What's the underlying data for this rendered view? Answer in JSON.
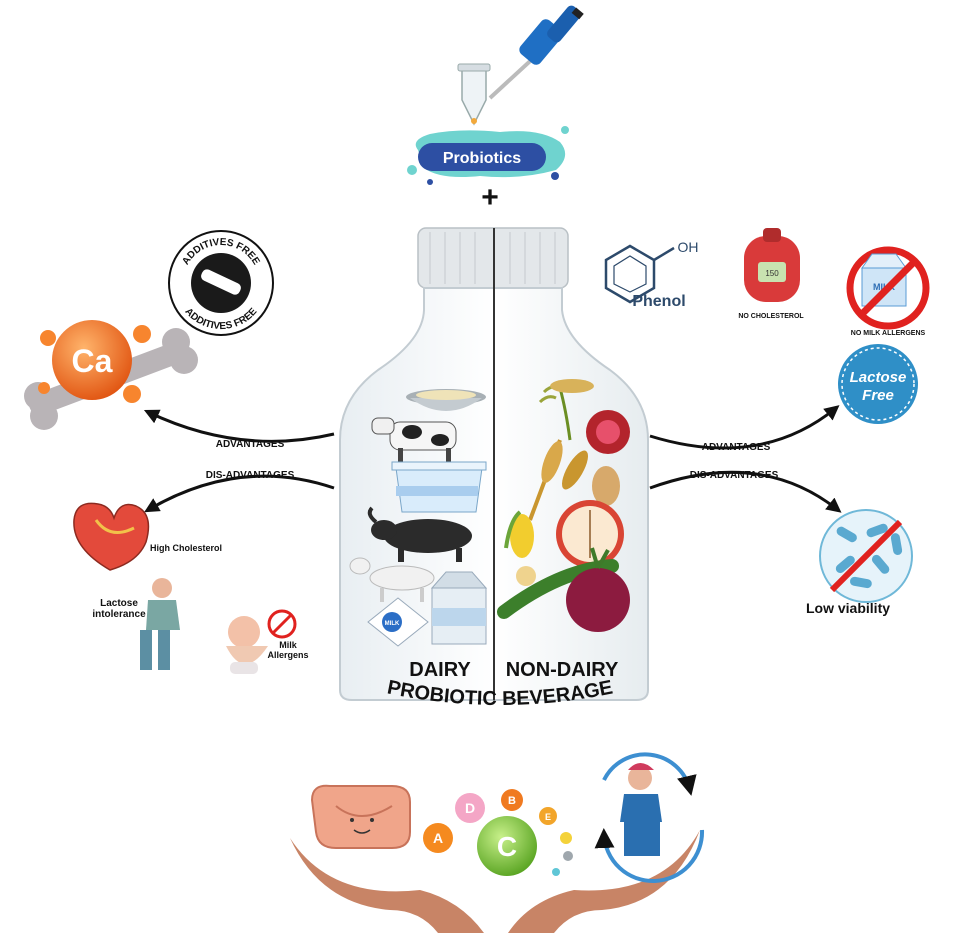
{
  "top": {
    "probiotics_label": "Probiotics",
    "plus": "+"
  },
  "bottle": {
    "left_label": "DAIRY",
    "right_label": "NON-DAIRY",
    "milk_carton_text": "MILK"
  },
  "title": "PROBIOTIC BEVERAGE",
  "dairy_side": {
    "advantages_label": "ADVANTAGES",
    "disadvantages_label": "DIS-ADVANTAGES",
    "badge_top": "ADDITIVES FREE",
    "badge_bottom": "ADDITIVES FREE",
    "calcium": "Ca",
    "high_cholesterol": "High Cholesterol",
    "lactose_intolerance": "Lactose intolerance",
    "milk_allergens": "Milk Allergens"
  },
  "nondairy_side": {
    "advantages_label": "ADVANTAGES",
    "disadvantages_label": "DIS-ADVANTAGES",
    "phenol_formula_oh": "OH",
    "phenol": "Phenol",
    "no_cholesterol": "NO CHOLESTEROL",
    "meter_reading": "150",
    "no_milk_allergens": "NO MILK ALLERGENS",
    "no_milk_carton_text": "MILK",
    "lactose": "Lactose",
    "free": "Free",
    "low_viability": "Low viability"
  },
  "bottom": {
    "vitamins": [
      "D",
      "B",
      "A",
      "C",
      "E"
    ]
  },
  "colors": {
    "arrow": "#111111",
    "probiotics_blue": "#2d4fa3",
    "splash_teal": "#6fd3cf",
    "ca_orange": "#f26a1b",
    "no_sign_red": "#e0221f",
    "lactose_blue": "#2f8fc7",
    "hand_skin": "#c88466",
    "vitamin_c_green": "#7cc63a",
    "gut_pink": "#f0a58a"
  }
}
